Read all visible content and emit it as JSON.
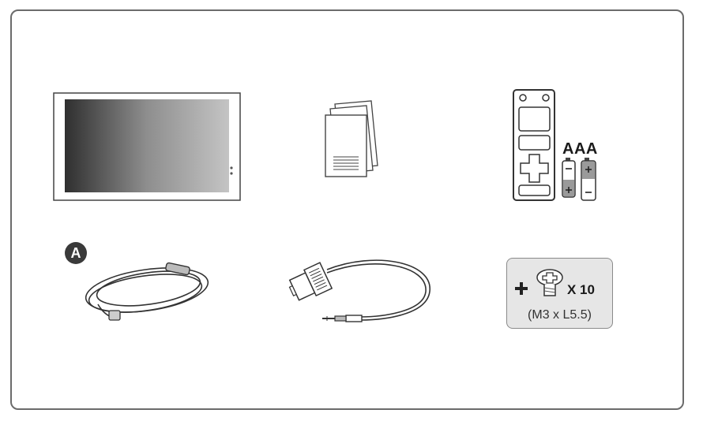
{
  "items": {
    "monitor": {
      "icon": "monitor-icon"
    },
    "manual": {
      "icon": "document-icon"
    },
    "remote": {
      "icon": "remote-control-icon",
      "battery_label": "AAA"
    },
    "power_cord": {
      "icon": "power-cord-icon",
      "badge": "A"
    },
    "rs232_cable": {
      "icon": "rs232c-gender-cable-icon"
    },
    "screws": {
      "icon": "screw-icon",
      "quantity": "X 10",
      "spec": "(M3 x L5.5)"
    }
  }
}
